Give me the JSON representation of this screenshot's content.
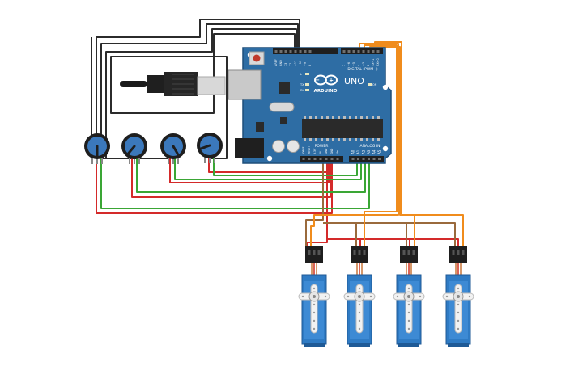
{
  "board": {
    "brand": "ARDUINO",
    "model": "UNO",
    "digital_header": "DIGITAL (PWM~)",
    "analog_header": "ANALOG IN",
    "power_header": "POWER",
    "digital_pins": [
      "AREF",
      "GND",
      "13",
      "12",
      "~11",
      "~10",
      "~9",
      "8",
      "7",
      "~6",
      "~5",
      "4",
      "~3",
      "2",
      "TX→1",
      "RX←0"
    ],
    "analog_pins": [
      "A0",
      "A1",
      "A2",
      "A3",
      "A4",
      "A5"
    ],
    "power_pins": [
      "IOREF",
      "RESET",
      "3.3V",
      "5V",
      "GND",
      "GND",
      "Vin"
    ],
    "led_labels": [
      "L",
      "TX",
      "RX",
      "ON"
    ]
  },
  "potentiometers": [
    {
      "id": "pot-1"
    },
    {
      "id": "pot-2"
    },
    {
      "id": "pot-3"
    },
    {
      "id": "pot-4"
    }
  ],
  "servos": [
    {
      "id": "servo-1"
    },
    {
      "id": "servo-2"
    },
    {
      "id": "servo-3"
    },
    {
      "id": "servo-4"
    }
  ],
  "colors": {
    "board": "#2e6da4",
    "board_edge": "#1f4f7a",
    "gnd_wire": "#2b2b2b",
    "power_wire": "#d42a2a",
    "signal_wire": "#3aa635",
    "servo_signal": "#f08c1c",
    "servo_gnd": "#9a6a3c",
    "servo_body": "#2f7bc4",
    "pot_knob": "#3b78bb"
  }
}
